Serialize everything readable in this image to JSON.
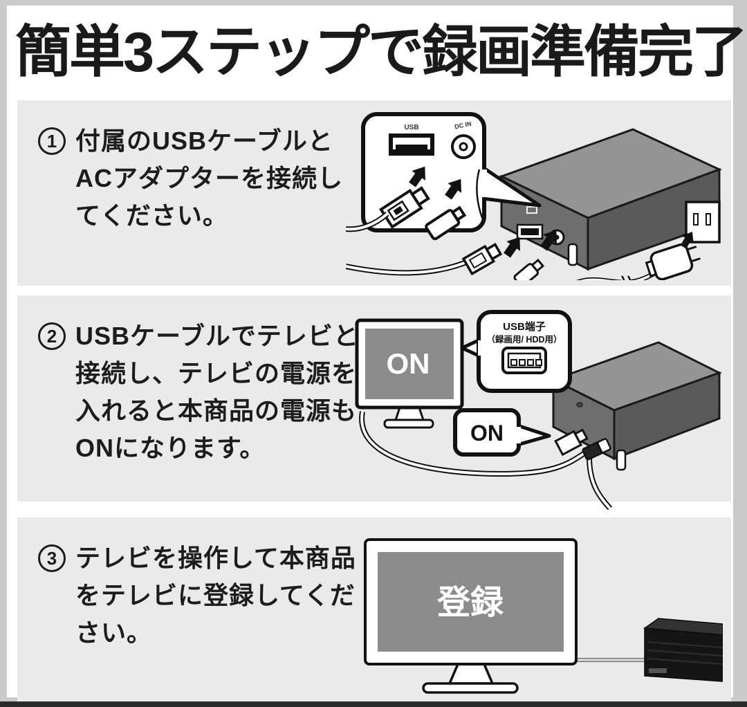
{
  "title": "簡単3ステップで録画準備完了",
  "steps": [
    {
      "number": "1",
      "lines": [
        "付属のUSBケーブルと",
        "ACアダプターを接続し",
        "てください。"
      ]
    },
    {
      "number": "2",
      "lines": [
        "USBケーブルでテレビと",
        "接続し、テレビの電源を",
        "入れると本商品の電源も",
        "ONになります。"
      ]
    },
    {
      "number": "3",
      "lines": [
        "テレビを操作して本商品",
        "をテレビに登録してくだ",
        "さい。"
      ]
    }
  ],
  "illustrations": {
    "step1": {
      "usb_port_label": "USB",
      "dc_port_label": "DC IN"
    },
    "step2": {
      "tv_screen_text": "ON",
      "usb_bubble_line1": "USB端子",
      "usb_bubble_line2": "（録画用/ HDD用）",
      "power_bubble_text": "ON"
    },
    "step3": {
      "tv_screen_text": "登録"
    }
  },
  "colors": {
    "frame": "#c9caca",
    "panel": "#e9eaea",
    "text": "#1c1c1c",
    "tv_screen": "#8b8b8b",
    "hdd_top": "#949494",
    "hdd_face": "#6e6e6e",
    "hdd_side": "#5a5a5a",
    "bottom_bar": "#2b2b2b"
  }
}
